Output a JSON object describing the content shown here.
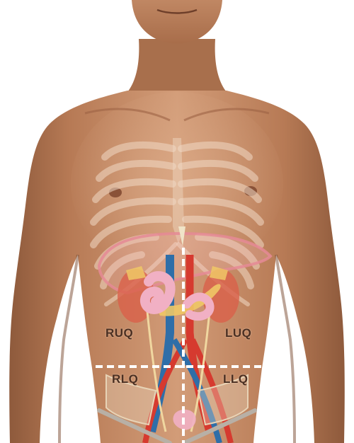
{
  "figure": {
    "quadrants": {
      "right_upper": "RUQ",
      "left_upper": "LUQ",
      "right_lower": "RLQ",
      "left_lower": "LLQ"
    },
    "colors": {
      "skin": "#c98f6b",
      "skin_shadow": "#8e5a3c",
      "ribs": "#f0d9c4",
      "liver_outline": "#e58a95",
      "kidney": "#d9604a",
      "stomach_pancreas": "#f1b0c4",
      "pancreas": "#f0c866",
      "artery": "#d63a2f",
      "vein": "#2f6ea8",
      "divider_line": "#ffffff",
      "label_text": "#4a2f22"
    }
  }
}
